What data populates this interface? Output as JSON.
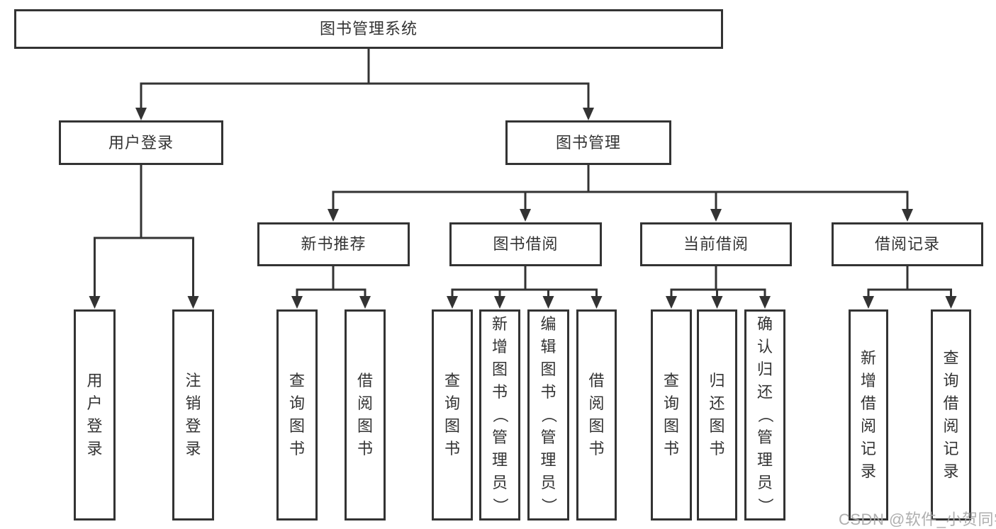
{
  "root": {
    "label": "图书管理系统"
  },
  "user_branch": {
    "label": "用户登录",
    "leaves": [
      "用户登录",
      "注销登录"
    ]
  },
  "mgmt_branch": {
    "label": "图书管理",
    "groups": [
      {
        "label": "新书推荐",
        "leaves": [
          "查询图书",
          "借阅图书"
        ]
      },
      {
        "label": "图书借阅",
        "leaves": [
          "查询图书",
          "新增图书（管理员）",
          "编辑图书（管理员）",
          "借阅图书"
        ]
      },
      {
        "label": "当前借阅",
        "leaves": [
          "查询图书",
          "归还图书",
          "确认归还（管理员）"
        ]
      },
      {
        "label": "借阅记录",
        "leaves": [
          "新增借阅记录",
          "查询借阅记录"
        ]
      }
    ]
  },
  "watermark": {
    "text": "CSDN @软件_小贺同学"
  },
  "colors": {
    "line": "#333333",
    "text": "#333333",
    "box_background": "#ffffff",
    "page_background": "#ffffff",
    "watermark": "#a8a8a8"
  }
}
